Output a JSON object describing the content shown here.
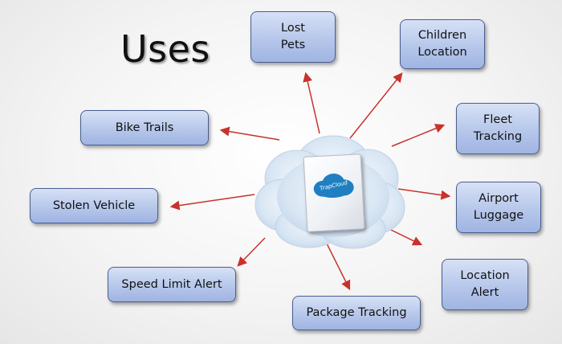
{
  "title": "Uses",
  "center": {
    "device_brand": "TrapCloud"
  },
  "uses": [
    {
      "id": "lost-pets",
      "label": "Lost\nPets"
    },
    {
      "id": "children-location",
      "label": "Children\nLocation"
    },
    {
      "id": "bike-trails",
      "label": "Bike Trails"
    },
    {
      "id": "fleet-tracking",
      "label": "Fleet\nTracking"
    },
    {
      "id": "stolen-vehicle",
      "label": "Stolen Vehicle"
    },
    {
      "id": "airport-luggage",
      "label": "Airport\nLuggage"
    },
    {
      "id": "speed-limit-alert",
      "label": "Speed Limit Alert"
    },
    {
      "id": "location-alert",
      "label": "Location\nAlert"
    },
    {
      "id": "package-tracking",
      "label": "Package Tracking"
    }
  ],
  "colors": {
    "arrow": "#c8322d",
    "box_fill": "#b6c7ea",
    "box_border": "#4a5f8f",
    "cloud": "#d8e6f3"
  }
}
